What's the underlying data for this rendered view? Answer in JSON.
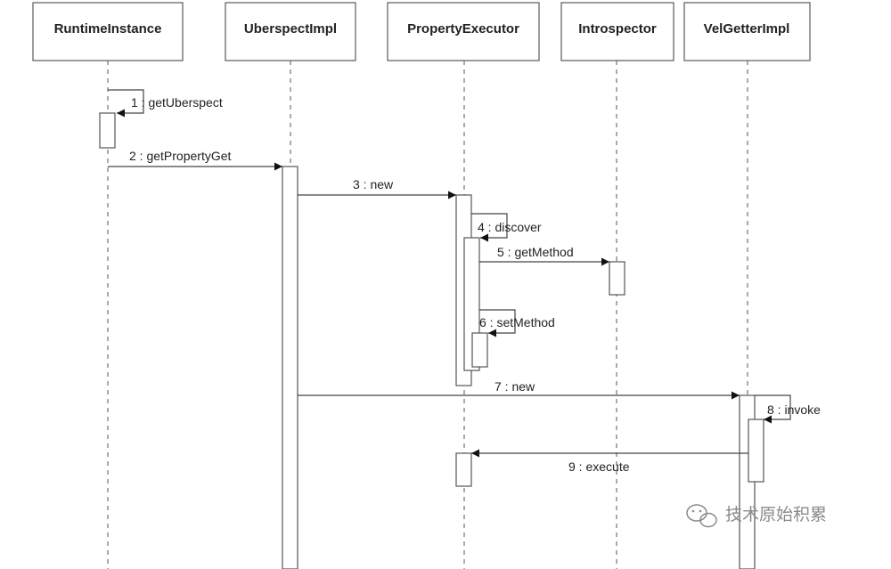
{
  "lifelines": [
    "RuntimeInstance",
    "UberspectImpl",
    "PropertyExecutor",
    "Introspector",
    "VelGetterImpl"
  ],
  "messages": [
    "1 : getUberspect",
    "2 : getPropertyGet",
    "3 : new",
    "4 : discover",
    "5 : getMethod",
    "6 : setMethod",
    "7 : new",
    "8 : invoke",
    "9 : execute"
  ],
  "watermark": {
    "icon": "wechat-icon",
    "text": "技术原始积累"
  },
  "colors": {
    "line": "#444444",
    "box_border": "#5a5a5a",
    "watermark": "#8a8a8a"
  }
}
